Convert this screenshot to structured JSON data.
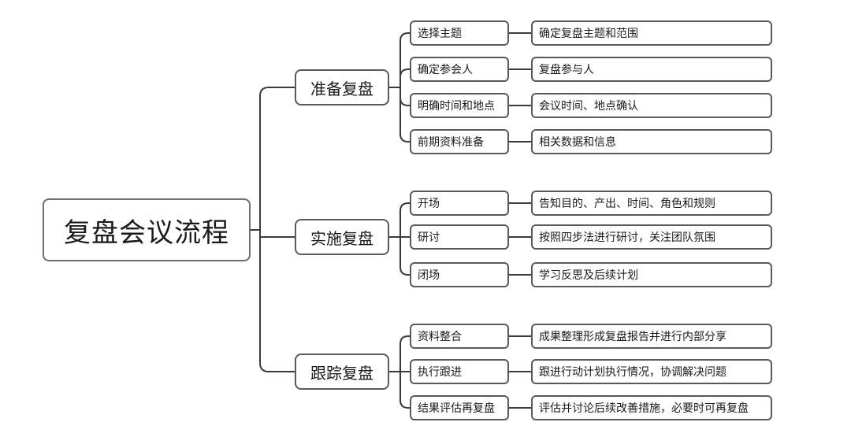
{
  "root": {
    "label": "复盘会议流程"
  },
  "branches": [
    {
      "label": "准备复盘",
      "items": [
        {
          "label": "选择主题",
          "detail": "确定复盘主题和范围"
        },
        {
          "label": "确定参会人",
          "detail": "复盘参与人"
        },
        {
          "label": "明确时间和地点",
          "detail": "会议时间、地点确认"
        },
        {
          "label": "前期资料准备",
          "detail": "相关数据和信息"
        }
      ]
    },
    {
      "label": "实施复盘",
      "items": [
        {
          "label": "开场",
          "detail": "告知目的、产出、时间、角色和规则"
        },
        {
          "label": "研讨",
          "detail": "按照四步法进行研讨，关注团队氛围"
        },
        {
          "label": "闭场",
          "detail": "学习反思及后续计划"
        }
      ]
    },
    {
      "label": "跟踪复盘",
      "items": [
        {
          "label": "资料整合",
          "detail": "成果整理形成复盘报告并进行内部分享"
        },
        {
          "label": "执行跟进",
          "detail": "跟进行动计划执行情况，协调解决问题"
        },
        {
          "label": "结果评估再复盘",
          "detail": "评估并讨论后续改善措施，必要时可再复盘"
        }
      ]
    }
  ]
}
